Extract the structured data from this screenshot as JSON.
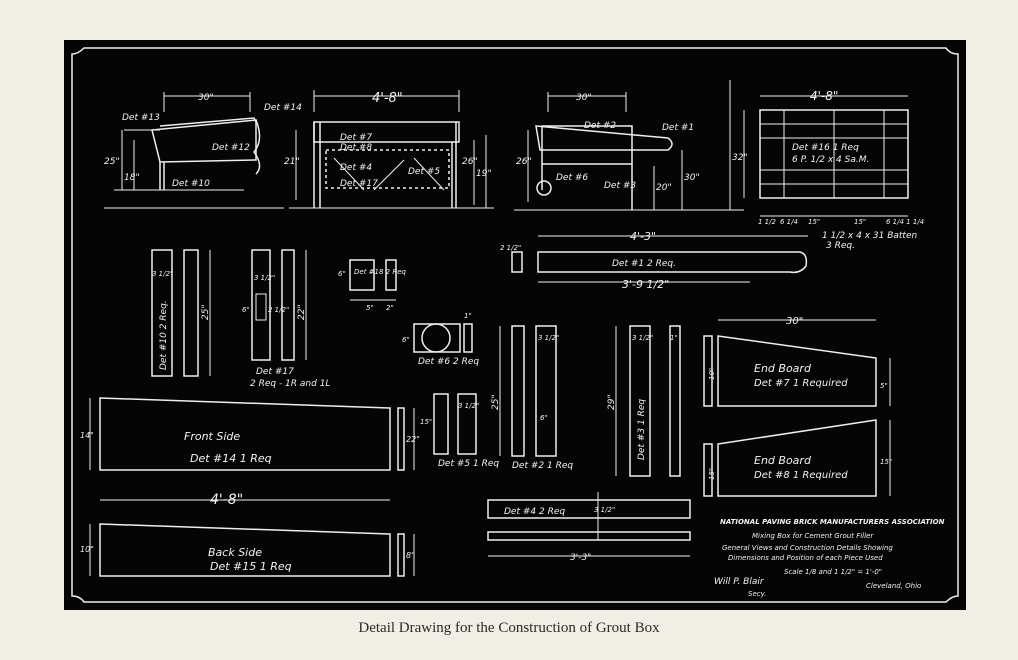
{
  "caption": "Detail Drawing for the Construction of Grout Box",
  "elevations": {
    "left_width": "30\"",
    "left_height": "25\"",
    "left_height_inner": "18\"",
    "center_length": "4'-8\"",
    "center_height_left": "21\"",
    "center_height_right": "26\"",
    "center_height_far": "19\"",
    "right_width": "30\"",
    "right_height": "26\"",
    "right_height_low": "20\"",
    "right_height_outer": "30\"",
    "labels": {
      "det13": "Det #13",
      "det14": "Det #14",
      "det10": "Det #10",
      "det12": "Det #12",
      "det8": "Det #8",
      "det7": "Det #7",
      "det4": "Det #4",
      "det17": "Det #17",
      "det2": "Det #2",
      "det1": "Det #1",
      "det6": "Det #6",
      "det5": "Det #5",
      "det3": "Det #3"
    }
  },
  "plan": {
    "length": "4'-8\"",
    "height": "32\"",
    "label1": "Det #16 1 Req",
    "label2": "6 P. 1/2 x 4 Sa.M.",
    "batten_note": "1 1/2 x 4 x 31 Batten",
    "batten_req": "3 Req.",
    "spacings": [
      "1 1/2",
      "6 1/4",
      "15\"",
      "15\"",
      "6 1/4 1 1/4"
    ]
  },
  "handle": {
    "overall": "4'-3\"",
    "inner": "3'-9 1/2\"",
    "label": "Det #1 2 Req.",
    "height": "2 1/2\""
  },
  "parts": {
    "det10": "Det #10 2 Req.",
    "det10_dim": "25\"",
    "det10_w": "3 1/2\"",
    "det17": "Det #17",
    "det17_req": "2 Req - 1R and 1L",
    "det17_dims": [
      "3 1/2\"",
      "6\"",
      "2 1/2\"",
      "22\""
    ],
    "det18": "Det #18 2 Req",
    "det18_dims": [
      "6\"",
      "5\"",
      "2\""
    ],
    "det6": "Det #6 2 Req",
    "det6_dims": [
      "6\"",
      "1\""
    ],
    "det5": "Det #5 1 Req",
    "det5_dims": [
      "15\"",
      "3 1/2\""
    ],
    "det2": "Det #2 1 Req",
    "det2_dims": [
      "25\"",
      "3 1/2\"",
      "6\""
    ],
    "det3": "Det #3 1 Req",
    "det3_dims": [
      "29\"",
      "3 1/2\"",
      "1\""
    ]
  },
  "end_boards": {
    "width": "30\"",
    "board1": "End Board",
    "board1_det": "Det #7 1 Required",
    "board1_dims": [
      "10\"",
      "5\""
    ],
    "board2": "End Board",
    "board2_det": "Det #8 1 Required",
    "board2_dims": [
      "15\"",
      "15\""
    ]
  },
  "sides": {
    "front_label": "Front Side",
    "front_det": "Det #14 1 Req",
    "front_height": "14\"",
    "front_right": "22\"",
    "length": "4'-8\"",
    "back_label": "Back Side",
    "back_det": "Det #15 1 Req",
    "back_height": "10\"",
    "back_right": "8\""
  },
  "det4": {
    "label": "Det #4 2 Req",
    "length": "3'-3\"",
    "width": "3 1/2\""
  },
  "title_block": {
    "org": "NATIONAL PAVING BRICK MANUFACTURERS ASSOCIATION",
    "line1": "Mixing Box for Cement Grout Filler",
    "line2": "General Views and Construction Details Showing",
    "line3": "Dimensions and Position of each Piece Used",
    "scale": "Scale 1/8 and 1 1/2\" = 1'-0\"",
    "signature": "Will P. Blair",
    "signature_title": "Secy.",
    "city": "Cleveland, Ohio"
  }
}
